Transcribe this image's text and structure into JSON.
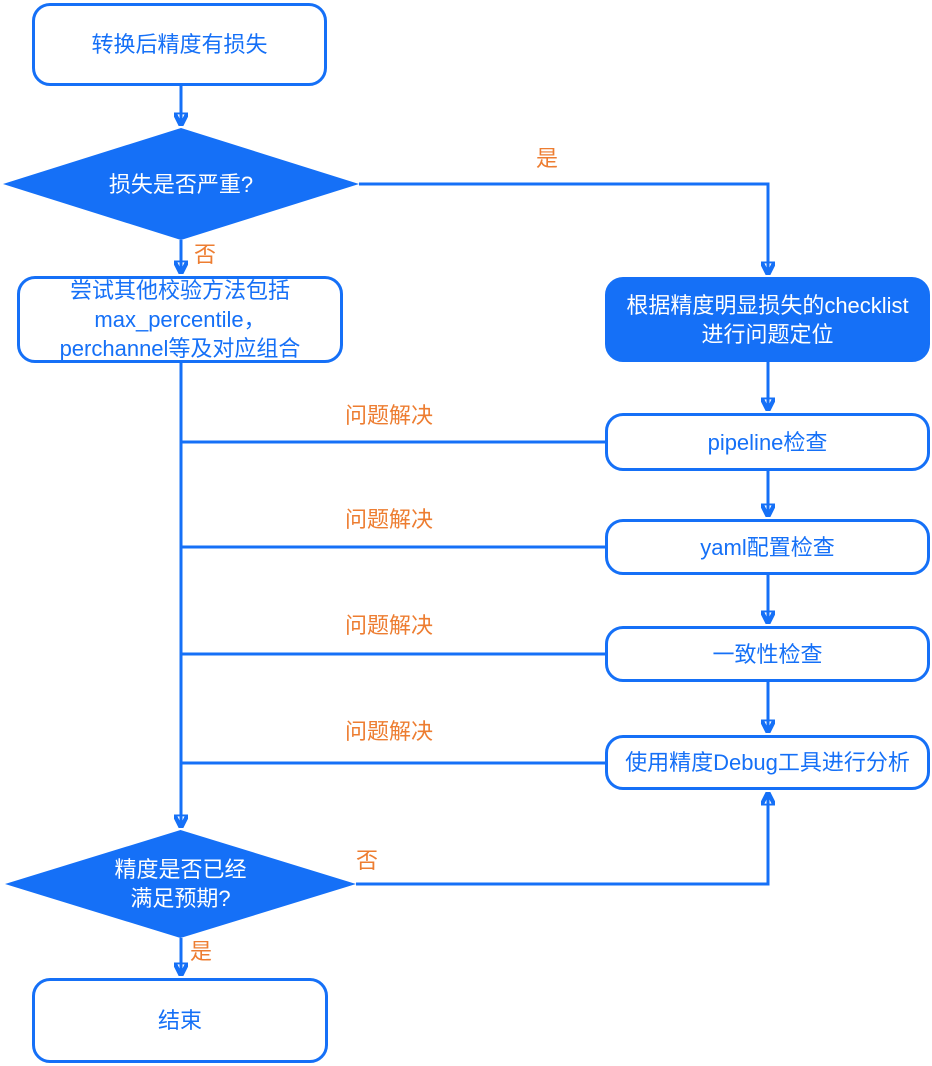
{
  "flowchart": {
    "title_hint": "precision-loss-debug-flow",
    "colors": {
      "primary_blue": "#1570F7",
      "label_orange": "#ED7D31",
      "node_fill_white": "#FFFFFF",
      "background": "#FFFFFF"
    },
    "nodes": {
      "start": {
        "label": "转换后精度有损失"
      },
      "decision_severe": {
        "label": "损失是否严重?"
      },
      "try_other_methods": {
        "lines": [
          "尝试其他校验方法包括",
          "max_percentile，",
          "perchannel等及对应组合"
        ]
      },
      "checklist_locate": {
        "lines": [
          "根据精度明显损失的checklist",
          "进行问题定位"
        ]
      },
      "pipeline_check": {
        "label": "pipeline检查"
      },
      "yaml_check": {
        "label": "yaml配置检查"
      },
      "consistency_check": {
        "label": "一致性检查"
      },
      "debug_tool": {
        "label": "使用精度Debug工具进行分析"
      },
      "decision_expectation": {
        "lines": [
          "精度是否已经",
          "满足预期?"
        ]
      },
      "end": {
        "label": "结束"
      }
    },
    "edge_labels": {
      "yes_severe": "是",
      "no_severe": "否",
      "problem_solved": "问题解决",
      "no_expectation": "否",
      "yes_expectation": "是"
    }
  }
}
